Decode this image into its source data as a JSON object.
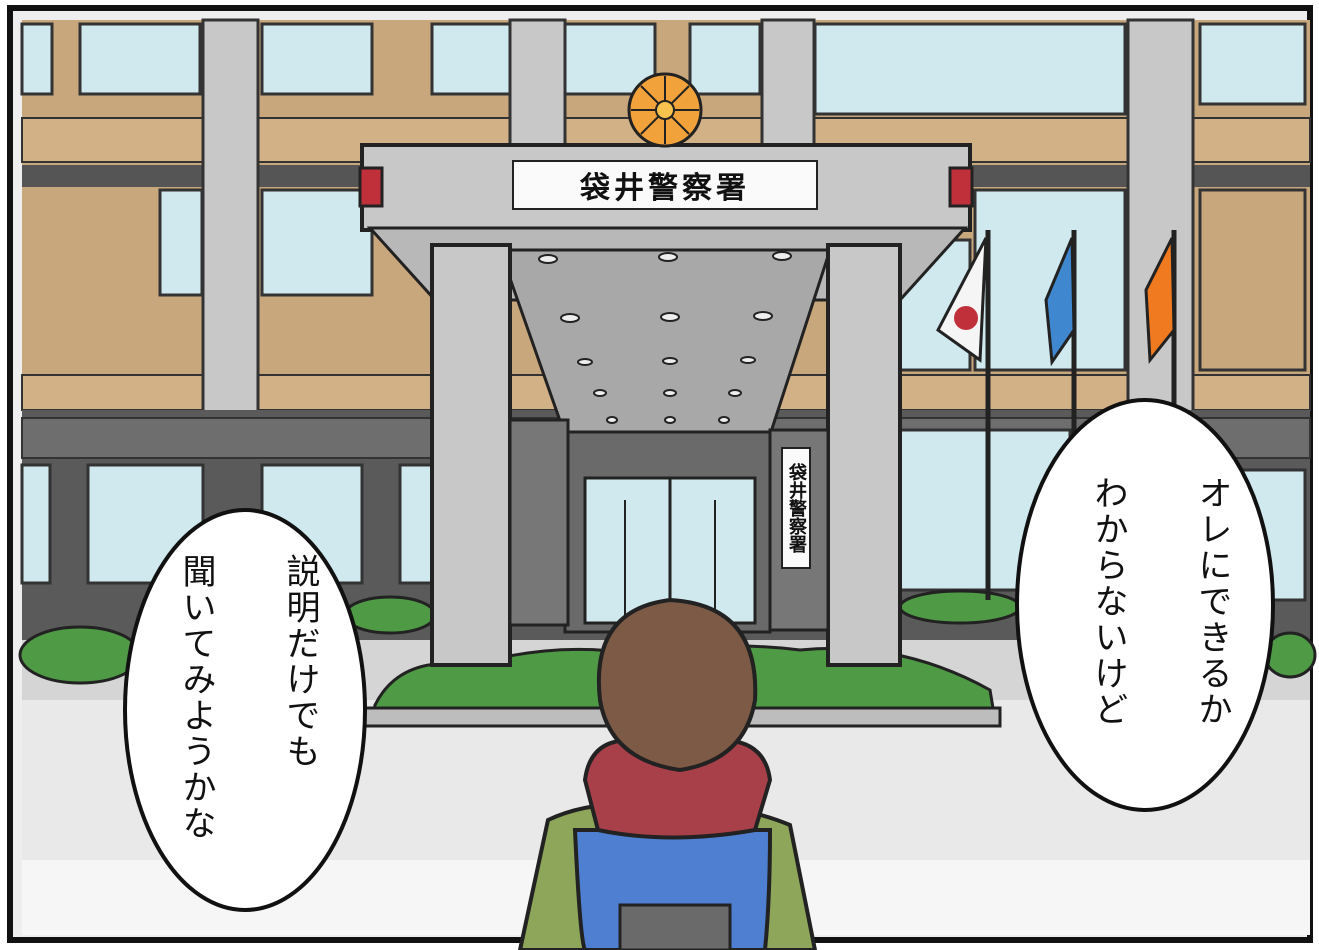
{
  "station_sign": "袋井警察署",
  "entrance_sign": "袋井警察署",
  "speech_left": [
    "説明だけでも",
    "聞いてみようかな"
  ],
  "speech_right": [
    "オレにできるか",
    "わからないけど"
  ],
  "colors": {
    "wall_tan": "#c9a77c",
    "window_blue": "#cfe9ef",
    "pillar_gray": "#c4c4c4",
    "hedge_green": "#4f9a45",
    "emblem_gold": "#f2a23a",
    "hair_brown": "#7d5a45",
    "scarf_red": "#a8404a",
    "jacket_green": "#8ea65a",
    "backpack_blue": "#4f7fd0"
  }
}
